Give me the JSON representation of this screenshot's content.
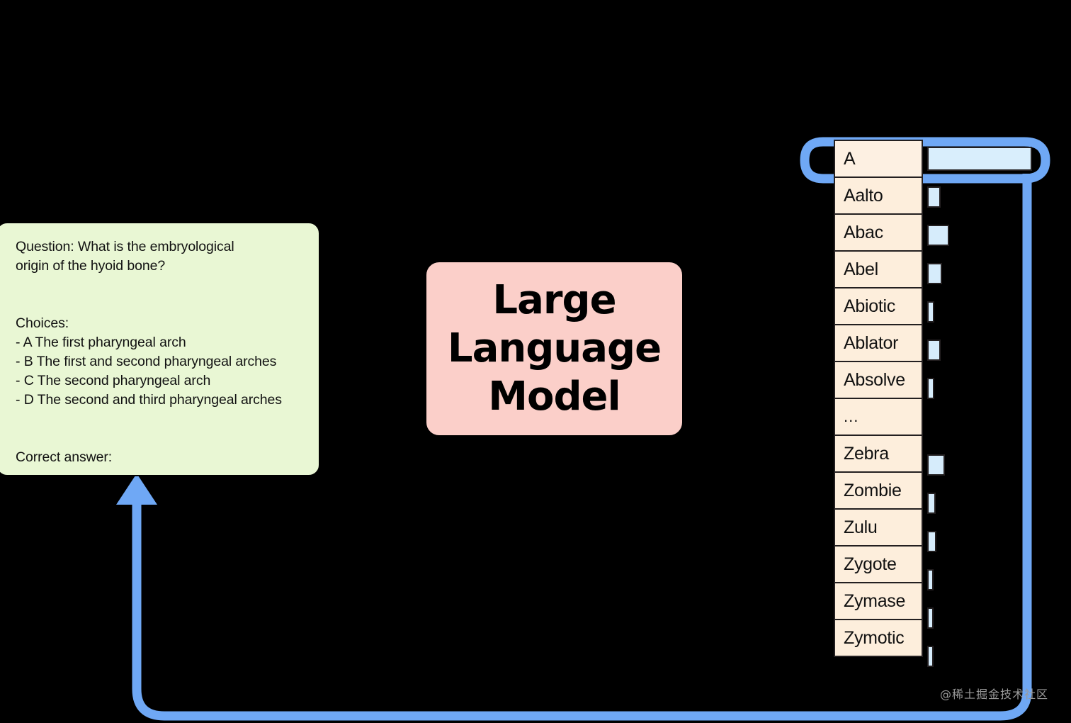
{
  "prompt_card": {
    "name": "llm-prompt-card",
    "background_color": "#e9f7d4",
    "text": "Question: What is the embryological\norigin of the hyoid bone?\n\n\nChoices:\n- A The first pharyngeal arch\n- B The first and second pharyngeal arches\n- C The second pharyngeal arch\n- D The second and third pharyngeal arches\n\n\nCorrect answer:"
  },
  "llm_card": {
    "label": "Large\nLanguage\nModel",
    "background_color": "#fbcfc9"
  },
  "vocabulary": {
    "accent_color": "#6fa8f5",
    "row_color": "#fdeedc",
    "bar_color": "#d6ecfb",
    "selected_token": "A",
    "tokens": [
      {
        "label": "A",
        "probability": 1.0,
        "selected": true
      },
      {
        "label": "Aalto",
        "probability": 0.13,
        "selected": false
      },
      {
        "label": "Abac",
        "probability": 0.21,
        "selected": false
      },
      {
        "label": "Abel",
        "probability": 0.14,
        "selected": false
      },
      {
        "label": "Abiotic",
        "probability": 0.07,
        "selected": false
      },
      {
        "label": "Ablator",
        "probability": 0.13,
        "selected": false
      },
      {
        "label": "Absolve",
        "probability": 0.07,
        "selected": false
      },
      {
        "label": "...",
        "probability": 0.0,
        "selected": false
      },
      {
        "label": "Zebra",
        "probability": 0.17,
        "selected": false
      },
      {
        "label": "Zombie",
        "probability": 0.08,
        "selected": false
      },
      {
        "label": "Zulu",
        "probability": 0.09,
        "selected": false
      },
      {
        "label": "Zygote",
        "probability": 0.05,
        "selected": false
      },
      {
        "label": "Zymase",
        "probability": 0.06,
        "selected": false
      },
      {
        "label": "Zymotic",
        "probability": 0.03,
        "selected": false
      }
    ]
  },
  "watermark": {
    "text": "@稀土掘金技术社区"
  }
}
